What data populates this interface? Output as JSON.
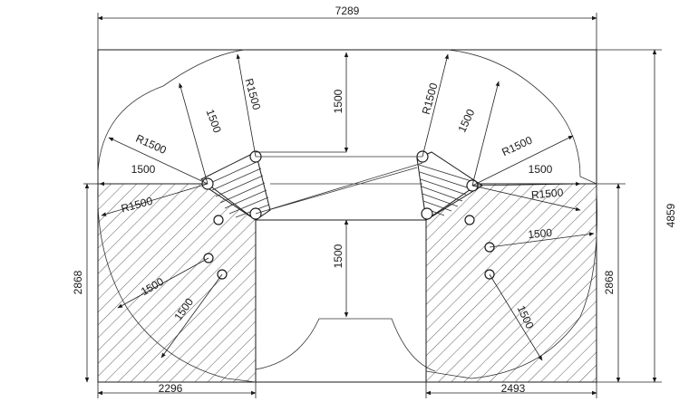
{
  "dimensions": {
    "overall_width": "7289",
    "overall_height": "4859",
    "left_height": "2868",
    "right_height": "2868",
    "left_width": "2296",
    "right_width": "2493",
    "top_center": "1500",
    "mid_center": "1500"
  },
  "left_radii": {
    "r1": "R1500",
    "r2": "R1500",
    "r3": "R1500",
    "d1": "1500",
    "d2": "1500",
    "d3": "1500",
    "d4": "1500"
  },
  "right_radii": {
    "r1": "R1500",
    "r2": "R1500",
    "r3": "R1500",
    "d1": "1500",
    "d2": "1500",
    "d3": "1500",
    "d4": "1500"
  }
}
